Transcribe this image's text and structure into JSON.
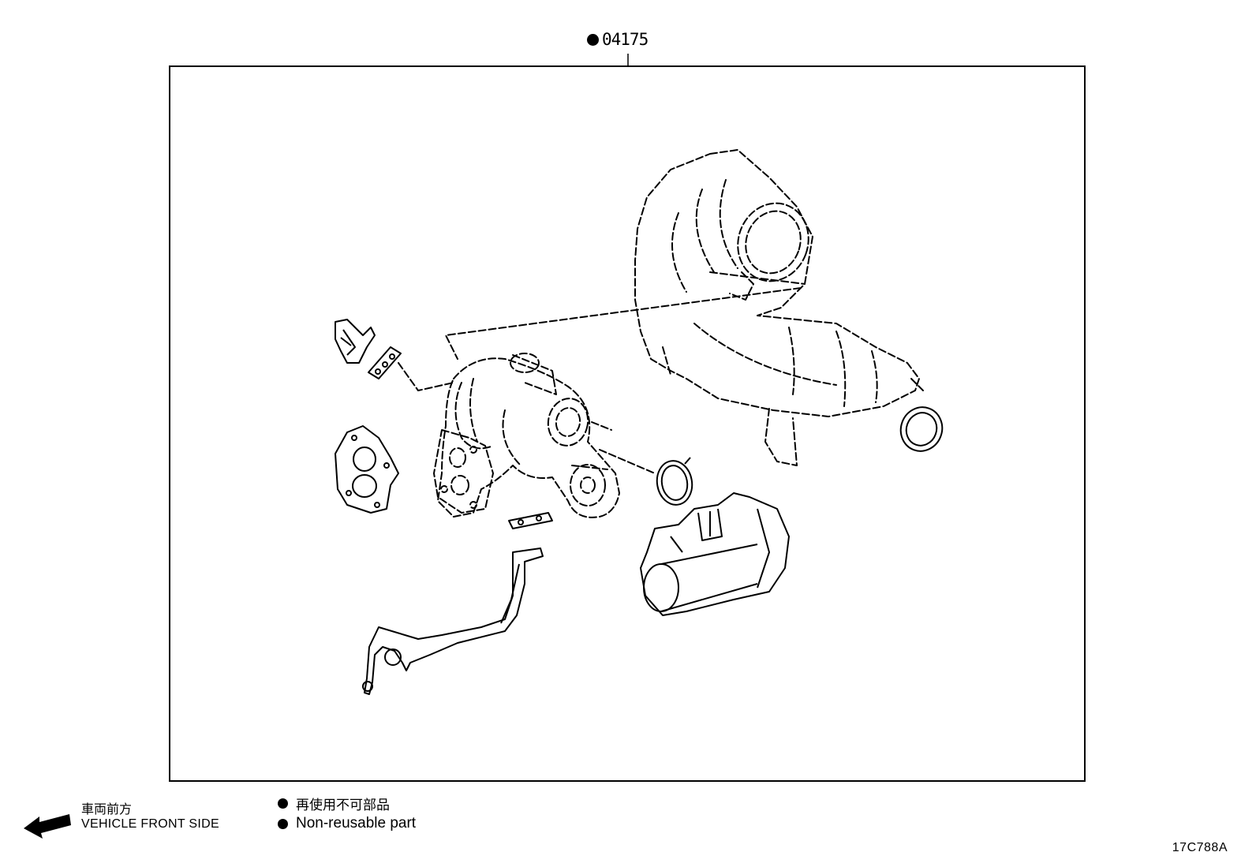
{
  "callout": {
    "part_number": "04175"
  },
  "front": {
    "label_jp": "車両前方",
    "label_en": "VEHICLE FRONT SIDE"
  },
  "legend": {
    "label_jp": "再使用不可部品",
    "label_en": "Non-reusable part"
  },
  "figure_code": "17C788A"
}
